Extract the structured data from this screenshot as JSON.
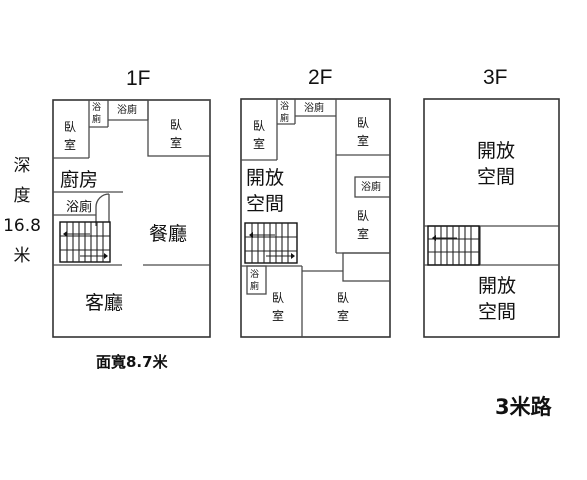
{
  "floors": {
    "f1": {
      "title": "1F",
      "rooms": {
        "bedroom_left": "臥\n室",
        "bath_small": "浴\n廁",
        "bath_top": "浴廁",
        "bedroom_right": "臥\n室",
        "kitchen": "廚房",
        "bath_mid": "浴廁",
        "dining": "餐廳",
        "living": "客廳"
      }
    },
    "f2": {
      "title": "2F",
      "rooms": {
        "bedroom_left": "臥\n室",
        "bath_small": "浴\n廁",
        "bath_top": "浴廁",
        "bedroom_right_top": "臥\n室",
        "open_space": "開放\n空間",
        "bath_right": "浴廁",
        "bedroom_right_mid": "臥\n室",
        "bath_bottom_left": "浴\n廁",
        "bedroom_bottom_mid": "臥\n室",
        "bedroom_bottom_right": "臥\n室"
      }
    },
    "f3": {
      "title": "3F",
      "rooms": {
        "open_space_top": "開放\n空間",
        "open_space_bottom": "開放\n空間"
      }
    }
  },
  "dimensions": {
    "depth": "深\n度\n16.8\n米",
    "width": "面寬8.7米"
  },
  "road": "3米路",
  "colors": {
    "walls": "#4a4a4a",
    "text": "#111111",
    "background": "#ffffff"
  }
}
